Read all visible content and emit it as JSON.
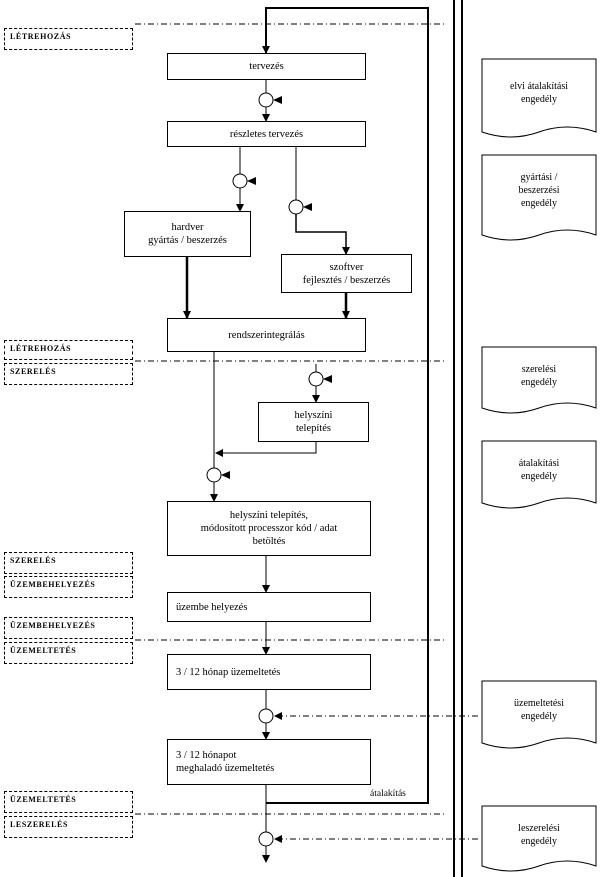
{
  "process_boxes": {
    "tervezes": "tervezés",
    "reszletes_tervezes": "részletes tervezés",
    "hardver": "hardver\ngyártás / beszerzés",
    "szoftver": "szoftver\nfejlesztés / beszerzés",
    "rendszerintegralas": "rendszerintegrálás",
    "helyszini_telepites": "helyszíni\ntelepítés",
    "helyszini_modositott": "helyszíni telepítés,\nmódosított processzor kód / adat\nbetöltés",
    "uzembe_helyezes": "üzembe helyezés",
    "uzemeltetes_3_12": "3 / 12 hónap üzemeltetés",
    "uzemeltetes_tul": "3 / 12 hónapot\nmeghaladó üzemeltetés"
  },
  "phase_labels": {
    "letrehozas_top": "LÉTREHOZÁS",
    "letrehozas_bottom": "LÉTREHOZÁS",
    "szereles_top": "SZERELÉS",
    "szereles_bottom": "SZERELÉS",
    "uzembehelyezes_top": "ÜZEMBEHELYEZÉS",
    "uzembehelyezes_bottom": "ÜZEMBEHELYEZÉS",
    "uzemeltetes_top": "ÜZEMELTETÉS",
    "uzemeltetes_bottom": "ÜZEMELTETÉS",
    "leszereles": "LESZERELÉS"
  },
  "permit_documents": {
    "elvi_atalakitasi": "elvi átalakítási\nengedély",
    "gyartasi_beszerzesi": "gyártási /\nbeszerzési\nengedély",
    "szerelesi": "szerelési\nengedély",
    "atalakitasi": "átalakítási\nengedély",
    "uzemeltetesi": "üzemeltetési\nengedély",
    "leszerelesi": "leszerelési\nengedély"
  },
  "loop_label": "átalakítás"
}
